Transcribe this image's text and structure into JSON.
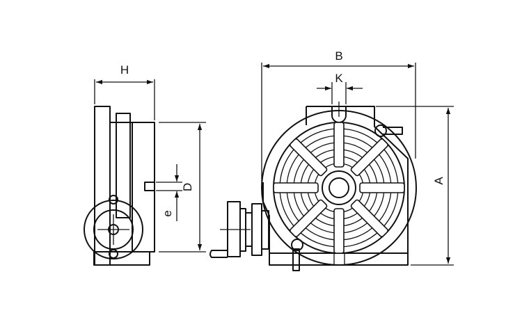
{
  "diagram": {
    "labels": {
      "h": "H",
      "b": "B",
      "k": "K",
      "a": "A",
      "d": "D",
      "e": "e"
    }
  }
}
